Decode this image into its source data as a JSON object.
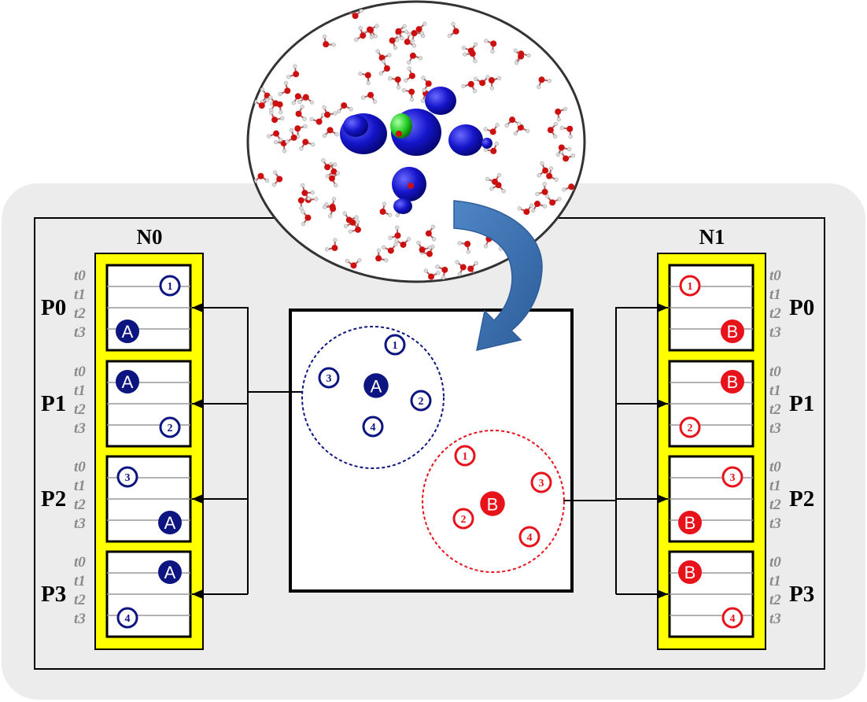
{
  "nodes": {
    "left": {
      "name": "N0",
      "color": "#0d1580",
      "processes": [
        {
          "label": "P0",
          "slots": [
            {
              "t": 0,
              "kind": "num",
              "text": "1",
              "pos": "right"
            },
            {
              "t": 3,
              "kind": "letter",
              "text": "A",
              "pos": "left"
            }
          ]
        },
        {
          "label": "P1",
          "slots": [
            {
              "t": 0,
              "kind": "letter",
              "text": "A",
              "pos": "left"
            },
            {
              "t": 3,
              "kind": "num",
              "text": "2",
              "pos": "right"
            }
          ]
        },
        {
          "label": "P2",
          "slots": [
            {
              "t": 0,
              "kind": "num",
              "text": "3",
              "pos": "left"
            },
            {
              "t": 3,
              "kind": "letter",
              "text": "A",
              "pos": "right"
            }
          ]
        },
        {
          "label": "P3",
          "slots": [
            {
              "t": 0,
              "kind": "letter",
              "text": "A",
              "pos": "right"
            },
            {
              "t": 3,
              "kind": "num",
              "text": "4",
              "pos": "left"
            }
          ]
        }
      ]
    },
    "right": {
      "name": "N1",
      "color": "#e8121a",
      "processes": [
        {
          "label": "P0",
          "slots": [
            {
              "t": 0,
              "kind": "num",
              "text": "1",
              "pos": "left"
            },
            {
              "t": 3,
              "kind": "letter",
              "text": "B",
              "pos": "right"
            }
          ]
        },
        {
          "label": "P1",
          "slots": [
            {
              "t": 0,
              "kind": "letter",
              "text": "B",
              "pos": "right"
            },
            {
              "t": 3,
              "kind": "num",
              "text": "2",
              "pos": "left"
            }
          ]
        },
        {
          "label": "P2",
          "slots": [
            {
              "t": 0,
              "kind": "num",
              "text": "3",
              "pos": "right"
            },
            {
              "t": 3,
              "kind": "letter",
              "text": "B",
              "pos": "left"
            }
          ]
        },
        {
          "label": "P3",
          "slots": [
            {
              "t": 0,
              "kind": "letter",
              "text": "B",
              "pos": "left"
            },
            {
              "t": 3,
              "kind": "num",
              "text": "4",
              "pos": "right"
            }
          ]
        }
      ]
    }
  },
  "time_labels": [
    "t0",
    "t1",
    "t2",
    "t3"
  ],
  "clusters": {
    "blue": {
      "center": "A",
      "members": [
        "1",
        "2",
        "3",
        "4"
      ],
      "color": "#0d1580"
    },
    "red": {
      "center": "B",
      "members": [
        "1",
        "2",
        "3",
        "4"
      ],
      "color": "#e8121a"
    }
  },
  "colors": {
    "panel_background": "#ececec",
    "process_box_fill": "#ffff00",
    "arrow": "#3a6fb0",
    "molecule_blue": "#1a1ad0",
    "molecule_green": "#22cc22",
    "oxygen": "#cc1010"
  }
}
